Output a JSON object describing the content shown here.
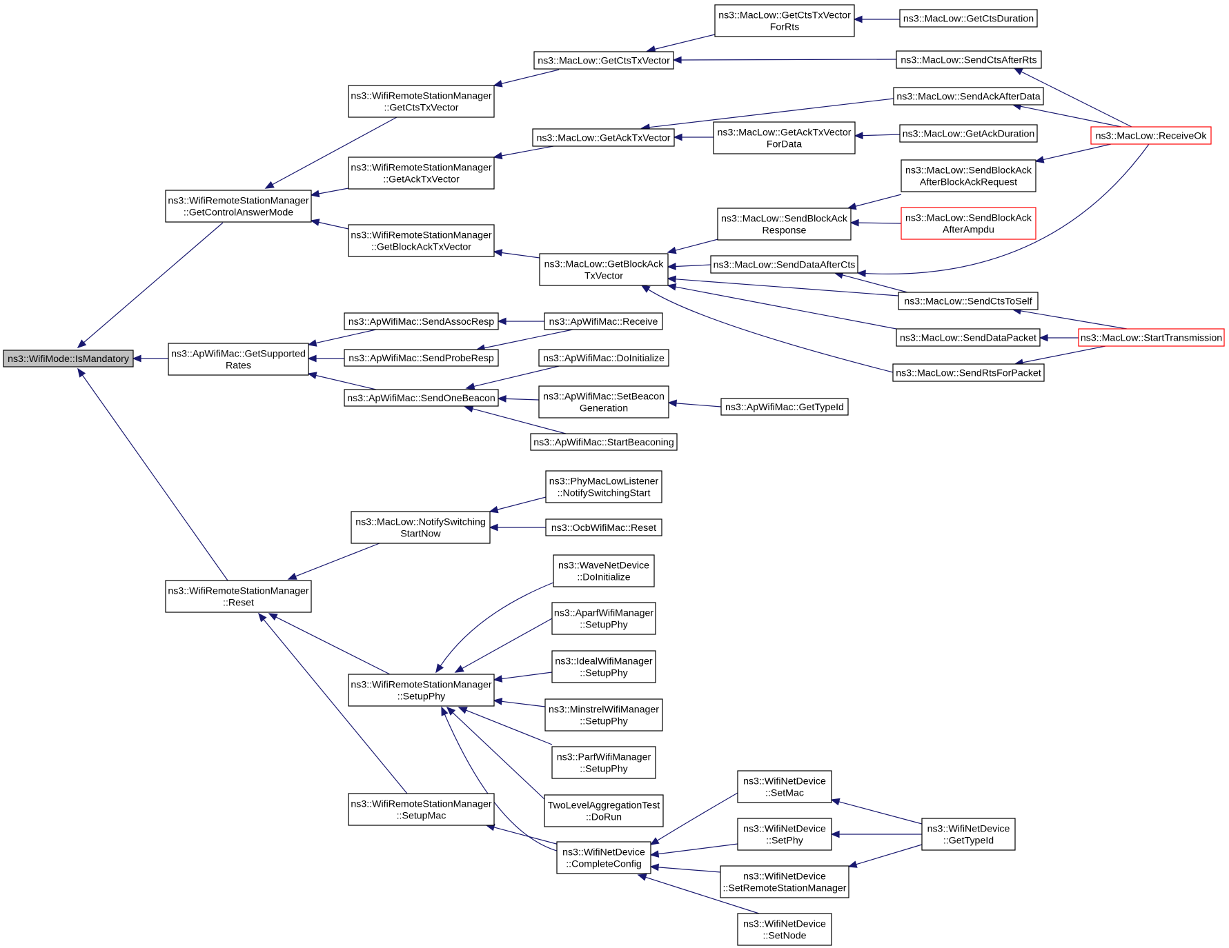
{
  "colors": {
    "edge": "#191970",
    "node_border": "#000000",
    "truncated_border": "#ff0000",
    "highlight_fill": "#bfbfbf",
    "background": "#ffffff"
  },
  "nodes": [
    {
      "id": "n_ismandatory",
      "lines": [
        "ns3::WifiMode::IsMandatory"
      ],
      "style": "highlight"
    },
    {
      "id": "n_wrsm_getcontrolanswermode",
      "lines": [
        "ns3::WifiRemoteStationManager",
        "::GetControlAnswerMode"
      ]
    },
    {
      "id": "n_ap_getsupportedrates",
      "lines": [
        "ns3::ApWifiMac::GetSupported",
        "Rates"
      ]
    },
    {
      "id": "n_wrsm_reset",
      "lines": [
        "ns3::WifiRemoteStationManager",
        "::Reset"
      ]
    },
    {
      "id": "n_wrsm_getctstxvector",
      "lines": [
        "ns3::WifiRemoteStationManager",
        "::GetCtsTxVector"
      ]
    },
    {
      "id": "n_wrsm_getacktxvector",
      "lines": [
        "ns3::WifiRemoteStationManager",
        "::GetAckTxVector"
      ]
    },
    {
      "id": "n_wrsm_getblockacktxvector",
      "lines": [
        "ns3::WifiRemoteStationManager",
        "::GetBlockAckTxVector"
      ]
    },
    {
      "id": "n_ap_sendassocresp",
      "lines": [
        "ns3::ApWifiMac::SendAssocResp"
      ]
    },
    {
      "id": "n_ap_sendproberesp",
      "lines": [
        "ns3::ApWifiMac::SendProbeResp"
      ]
    },
    {
      "id": "n_ap_sendonebeacon",
      "lines": [
        "ns3::ApWifiMac::SendOneBeacon"
      ]
    },
    {
      "id": "n_maclow_notifyswitchingstartnow",
      "lines": [
        "ns3::MacLow::NotifySwitching",
        "StartNow"
      ]
    },
    {
      "id": "n_wrsm_setupphy",
      "lines": [
        "ns3::WifiRemoteStationManager",
        "::SetupPhy"
      ]
    },
    {
      "id": "n_wrsm_setupmac",
      "lines": [
        "ns3::WifiRemoteStationManager",
        "::SetupMac"
      ]
    },
    {
      "id": "n_maclow_getctstxvector",
      "lines": [
        "ns3::MacLow::GetCtsTxVector"
      ]
    },
    {
      "id": "n_maclow_getacktxvector",
      "lines": [
        "ns3::MacLow::GetAckTxVector"
      ]
    },
    {
      "id": "n_maclow_getblockacktxvector",
      "lines": [
        "ns3::MacLow::GetBlockAck",
        "TxVector"
      ]
    },
    {
      "id": "n_ap_receive",
      "lines": [
        "ns3::ApWifiMac::Receive"
      ]
    },
    {
      "id": "n_ap_doinitialize",
      "lines": [
        "ns3::ApWifiMac::DoInitialize"
      ]
    },
    {
      "id": "n_ap_setbeacongeneration",
      "lines": [
        "ns3::ApWifiMac::SetBeacon",
        "Generation"
      ]
    },
    {
      "id": "n_ap_startbeaconing",
      "lines": [
        "ns3::ApWifiMac::StartBeaconing"
      ]
    },
    {
      "id": "n_phymaclowlistener_notifyswitchingstart",
      "lines": [
        "ns3::PhyMacLowListener",
        "::NotifySwitchingStart"
      ]
    },
    {
      "id": "n_ocbwifimac_reset",
      "lines": [
        "ns3::OcbWifiMac::Reset"
      ]
    },
    {
      "id": "n_wavenetdevice_doinitialize",
      "lines": [
        "ns3::WaveNetDevice",
        "::DoInitialize"
      ]
    },
    {
      "id": "n_aparfwifimanager_setupphy",
      "lines": [
        "ns3::AparfWifiManager",
        "::SetupPhy"
      ]
    },
    {
      "id": "n_idealwifimanager_setupphy",
      "lines": [
        "ns3::IdealWifiManager",
        "::SetupPhy"
      ]
    },
    {
      "id": "n_minstrelwifimanager_setupphy",
      "lines": [
        "ns3::MinstrelWifiManager",
        "::SetupPhy"
      ]
    },
    {
      "id": "n_parfwifimanager_setupphy",
      "lines": [
        "ns3::ParfWifiManager",
        "::SetupPhy"
      ]
    },
    {
      "id": "n_twolevelaggregationtest_dorun",
      "lines": [
        "TwoLevelAggregationTest",
        "::DoRun"
      ]
    },
    {
      "id": "n_wifinetdevice_completeconfig",
      "lines": [
        "ns3::WifiNetDevice",
        "::CompleteConfig"
      ]
    },
    {
      "id": "n_maclow_getctstxvectorforrts",
      "lines": [
        "ns3::MacLow::GetCtsTxVector",
        "ForRts"
      ]
    },
    {
      "id": "n_maclow_getacktxvectorfordata",
      "lines": [
        "ns3::MacLow::GetAckTxVector",
        "ForData"
      ]
    },
    {
      "id": "n_maclow_sendblockackresponse",
      "lines": [
        "ns3::MacLow::SendBlockAck",
        "Response"
      ]
    },
    {
      "id": "n_maclow_senddataaftercts",
      "lines": [
        "ns3::MacLow::SendDataAfterCts"
      ]
    },
    {
      "id": "n_ap_getbeacontypeid",
      "lines": [
        "ns3::ApWifiMac::GetTypeId"
      ]
    },
    {
      "id": "n_wifinetdevice_setmac",
      "lines": [
        "ns3::WifiNetDevice",
        "::SetMac"
      ]
    },
    {
      "id": "n_wifinetdevice_setphy",
      "lines": [
        "ns3::WifiNetDevice",
        "::SetPhy"
      ]
    },
    {
      "id": "n_wifinetdevice_setremotestationmanager",
      "lines": [
        "ns3::WifiNetDevice",
        "::SetRemoteStationManager"
      ]
    },
    {
      "id": "n_wifinetdevice_setnode",
      "lines": [
        "ns3::WifiNetDevice",
        "::SetNode"
      ]
    },
    {
      "id": "n_maclow_getctsduration",
      "lines": [
        "ns3::MacLow::GetCtsDuration"
      ]
    },
    {
      "id": "n_maclow_sendctsafterrts",
      "lines": [
        "ns3::MacLow::SendCtsAfterRts"
      ]
    },
    {
      "id": "n_maclow_sendackafterdata",
      "lines": [
        "ns3::MacLow::SendAckAfterData"
      ]
    },
    {
      "id": "n_maclow_getackduration",
      "lines": [
        "ns3::MacLow::GetAckDuration"
      ]
    },
    {
      "id": "n_maclow_sendblockackafterblockackrequest",
      "lines": [
        "ns3::MacLow::SendBlockAck",
        "AfterBlockAckRequest"
      ]
    },
    {
      "id": "n_maclow_sendblockackafterampdu",
      "lines": [
        "ns3::MacLow::SendBlockAck",
        "AfterAmpdu"
      ],
      "style": "truncated"
    },
    {
      "id": "n_maclow_sendctstoself",
      "lines": [
        "ns3::MacLow::SendCtsToSelf"
      ]
    },
    {
      "id": "n_maclow_senddatapacket",
      "lines": [
        "ns3::MacLow::SendDataPacket"
      ]
    },
    {
      "id": "n_maclow_sendrtsforpacket",
      "lines": [
        "ns3::MacLow::SendRtsForPacket"
      ]
    },
    {
      "id": "n_wifinetdevice_gettypeid",
      "lines": [
        "ns3::WifiNetDevice",
        "::GetTypeId"
      ]
    },
    {
      "id": "n_maclow_receiveok",
      "lines": [
        "ns3::MacLow::ReceiveOk"
      ],
      "style": "truncated"
    },
    {
      "id": "n_maclow_starttransmission",
      "lines": [
        "ns3::MacLow::StartTransmission"
      ],
      "style": "truncated"
    }
  ]
}
